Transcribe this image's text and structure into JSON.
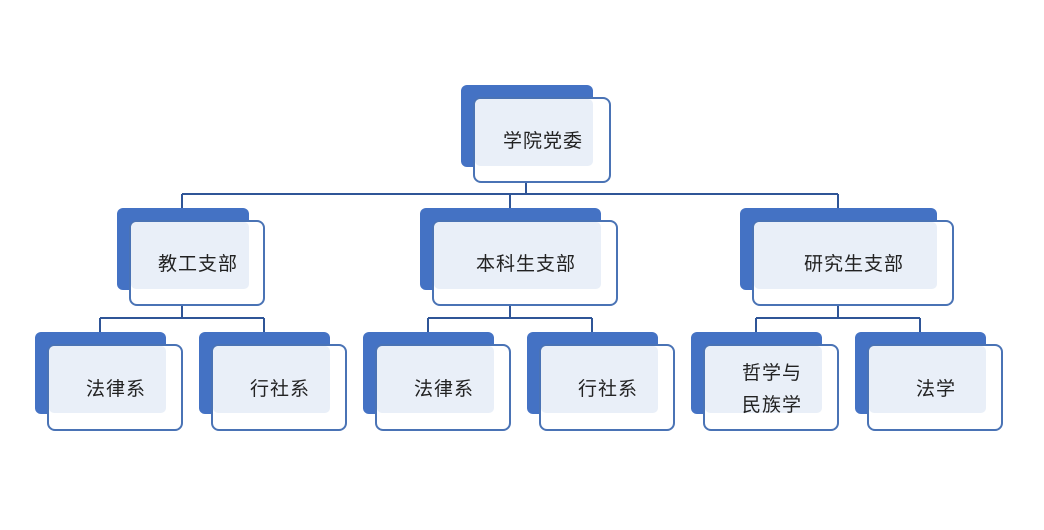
{
  "diagram": {
    "root": {
      "label": "学院党委"
    },
    "branches": [
      {
        "label": "教工支部",
        "children": [
          {
            "label": "法律系"
          },
          {
            "label": "行社系"
          }
        ]
      },
      {
        "label": "本科生支部",
        "children": [
          {
            "label": "法律系"
          },
          {
            "label": "行社系"
          }
        ]
      },
      {
        "label": "研究生支部",
        "children": [
          {
            "lines": [
              "哲学与",
              "民族学"
            ]
          },
          {
            "label": "法学"
          }
        ]
      }
    ],
    "colors": {
      "node_fill": "#4472c4",
      "panel_fill": "#e9eff8",
      "border": "#4a73b5",
      "connector": "#2f5597"
    }
  }
}
